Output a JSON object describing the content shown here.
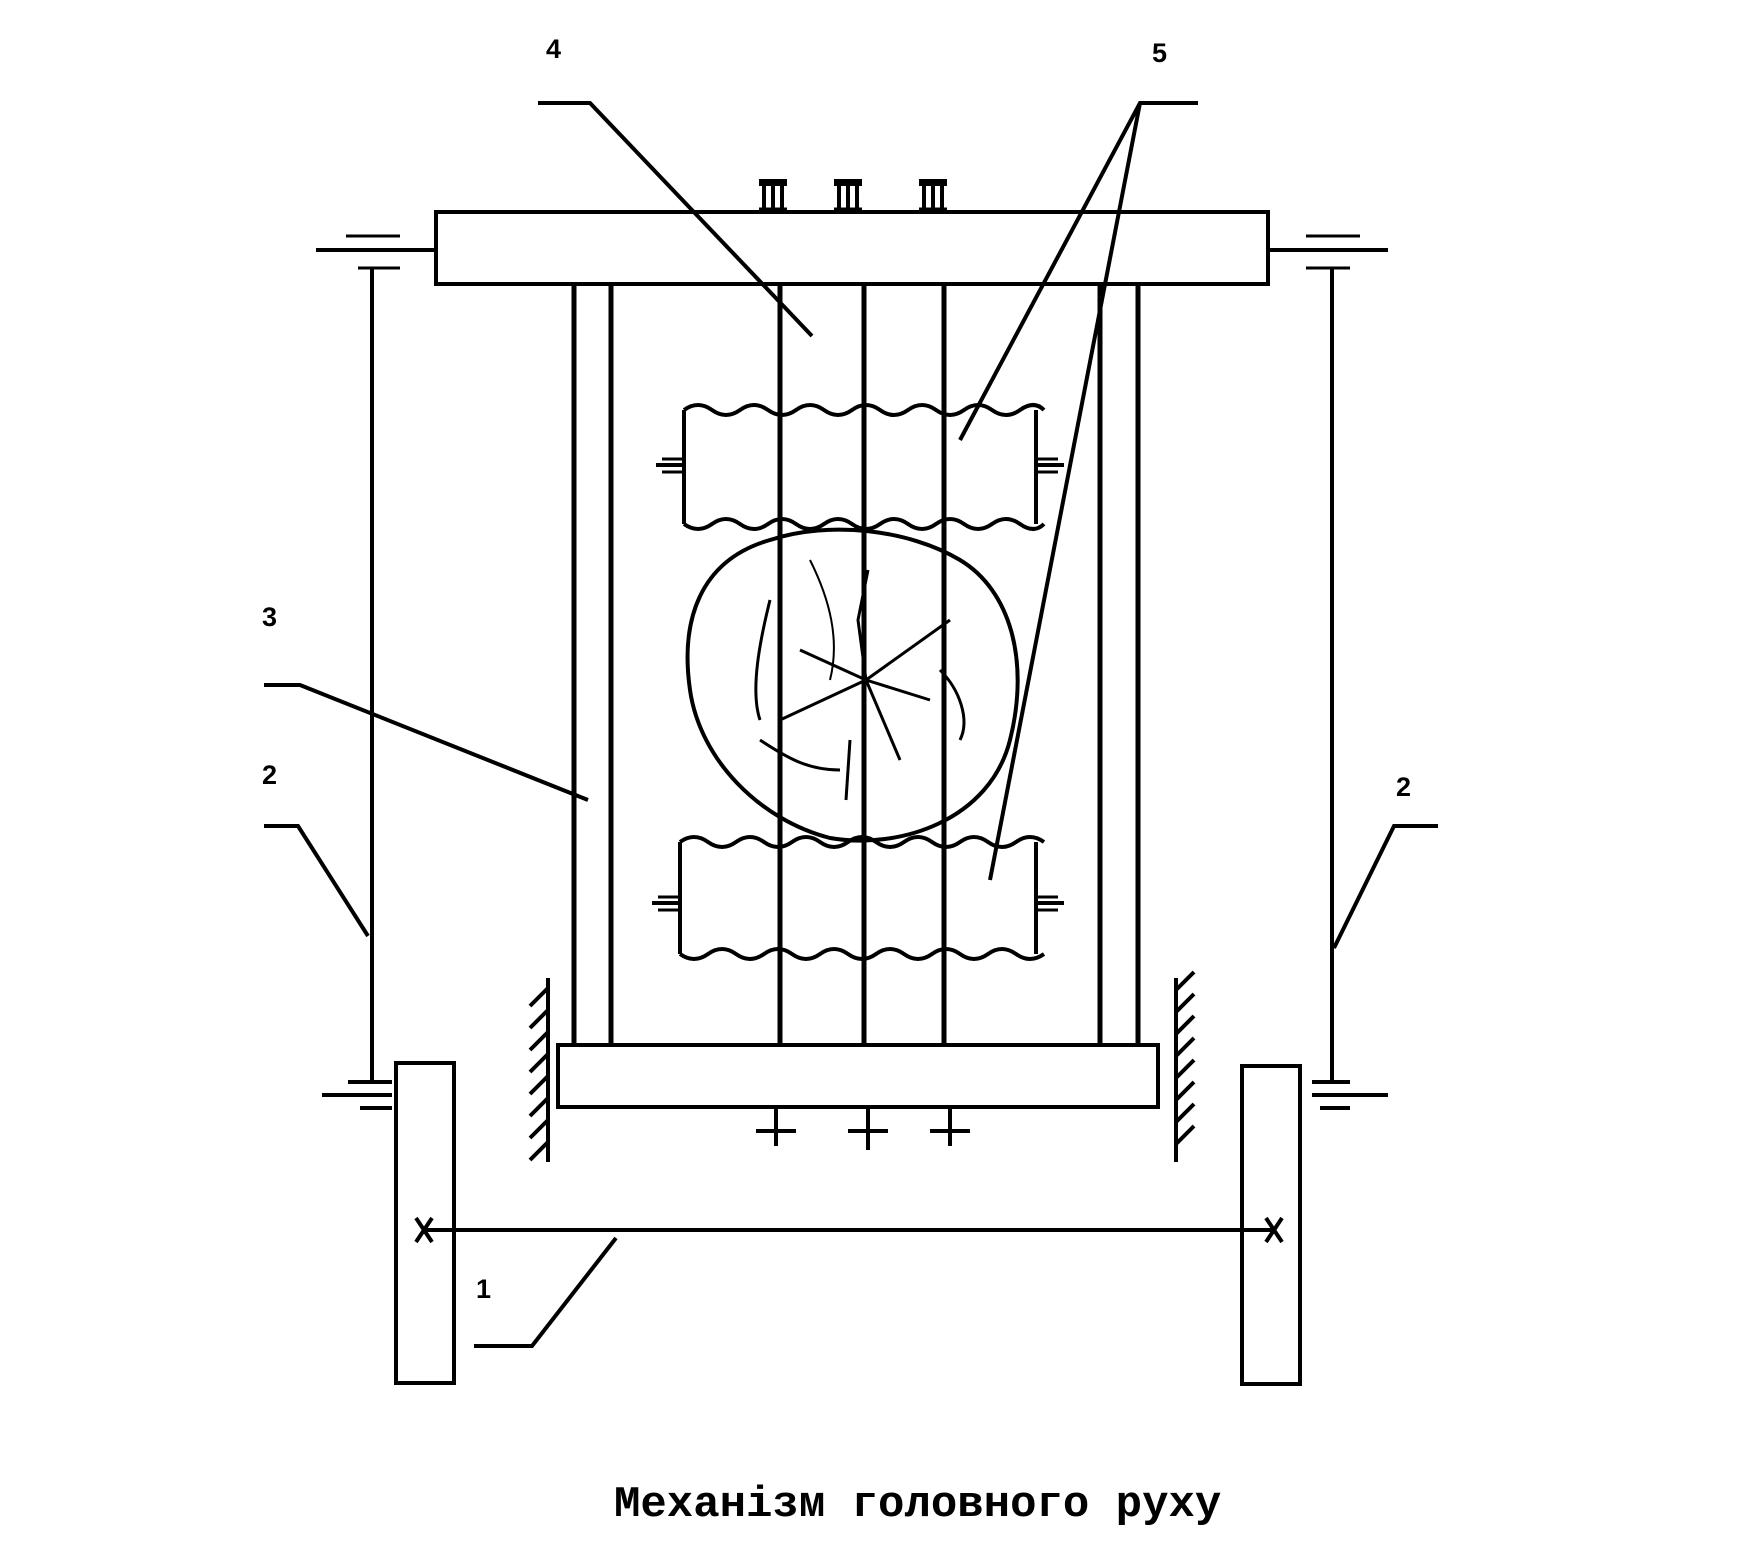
{
  "caption": "Механізм головного руху",
  "labels": {
    "l1": "1",
    "l2_left": "2",
    "l2_right": "2",
    "l3": "3",
    "l4": "4",
    "l5": "5"
  },
  "colors": {
    "ink": "#000000",
    "background": "#ffffff"
  }
}
